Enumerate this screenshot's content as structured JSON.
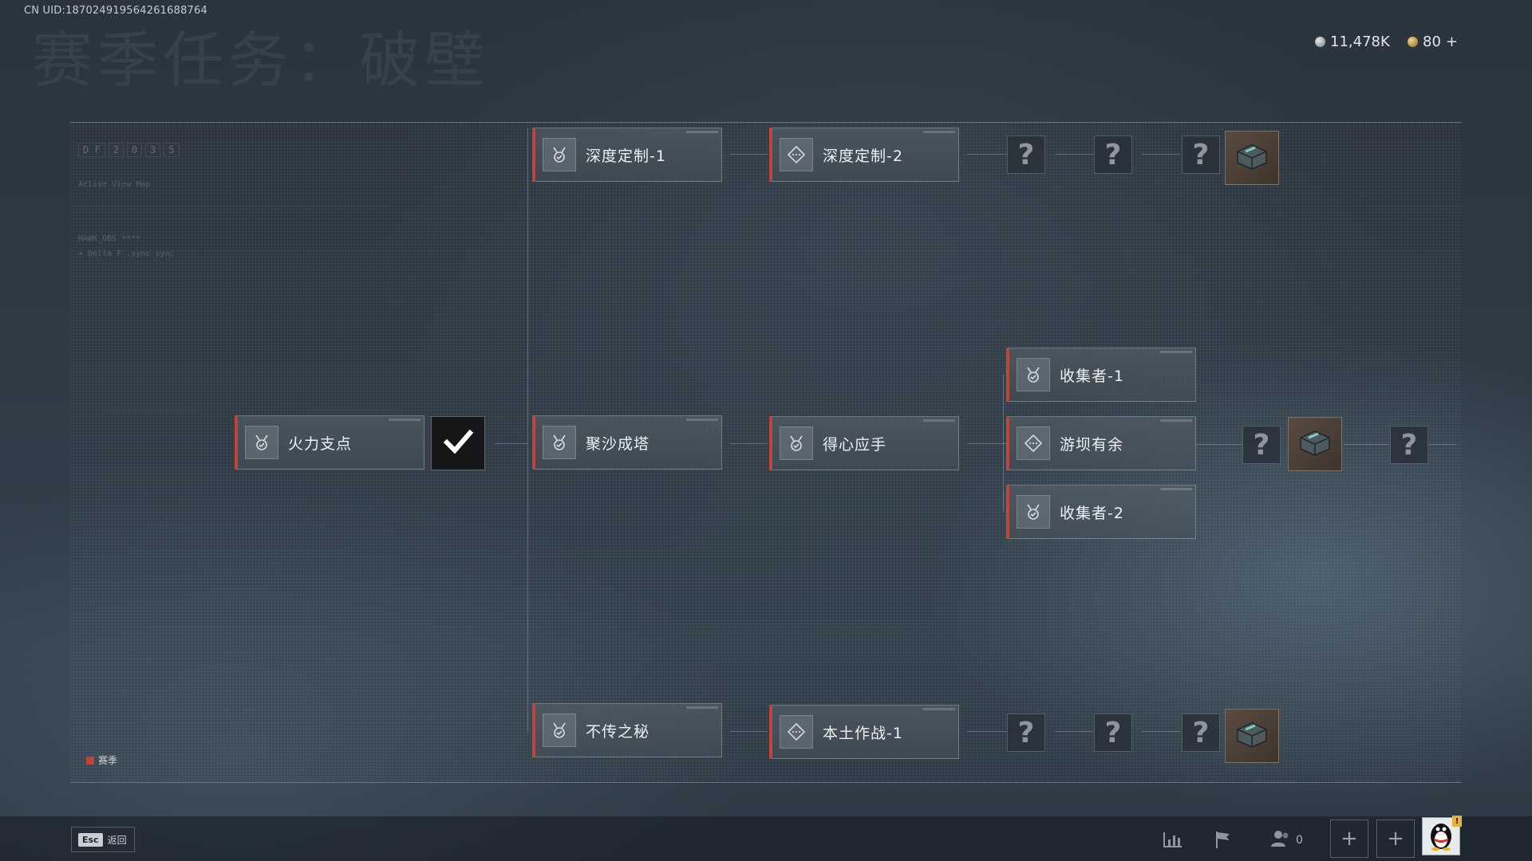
{
  "header": {
    "uid": "CN UID:1870249195642616887​64",
    "page_title": "赛季任务：破壁",
    "currency_silver": "11,478K",
    "currency_gold": "80",
    "currency_add": "+"
  },
  "hud": {
    "df_code": [
      "D F",
      "2",
      "0",
      "3",
      "5"
    ],
    "active_view_map": "Active View Map",
    "hawk_label": "HAWK_OBS ****",
    "delta_label": "+ Delta F  .sync sync"
  },
  "tasks": {
    "t1": {
      "name": "火力支点",
      "icon": "medal-icon"
    },
    "t2": {
      "name": "深度定制-1",
      "icon": "medal-icon"
    },
    "t3": {
      "name": "深度定制-2",
      "icon": "dash-diamond-icon"
    },
    "t4": {
      "name": "聚沙成塔",
      "icon": "medal-icon"
    },
    "t5": {
      "name": "得心应手",
      "icon": "medal-icon"
    },
    "t6": {
      "name": "收集者-1",
      "icon": "medal-icon"
    },
    "t7": {
      "name": "游坝有余",
      "icon": "dash-diamond-icon"
    },
    "t8": {
      "name": "收集者-2",
      "icon": "medal-icon"
    },
    "t9": {
      "name": "不传之秘",
      "icon": "medal-icon"
    },
    "t10": {
      "name": "本土作战-1",
      "icon": "dash-diamond-icon"
    }
  },
  "unknown_mark": "?",
  "legend": {
    "label": "赛季",
    "color": "#c0433c"
  },
  "footer": {
    "esc_key": "Esc",
    "esc_label": "返回",
    "friends_count": "0",
    "plus": "+"
  },
  "colors": {
    "accent_red": "#c0433c",
    "badge_yellow": "#e3b33c"
  }
}
